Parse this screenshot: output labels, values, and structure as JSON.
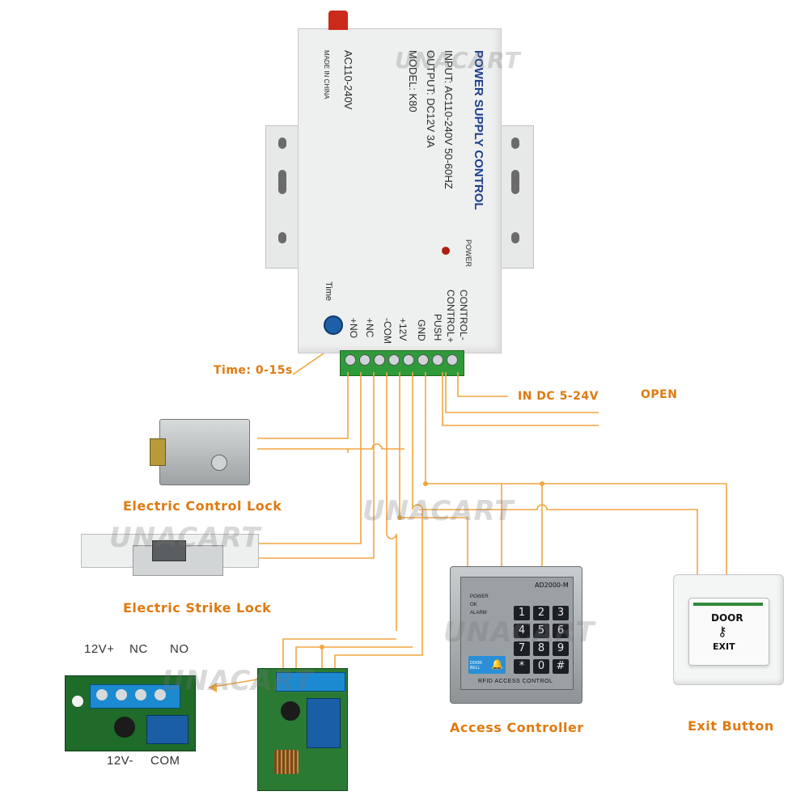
{
  "psu": {
    "title": "POWER SUPPLY CONTROL",
    "input": "INPUT: AC110-240V  50-60HZ",
    "output": "OUTPUT: DC12V  3A",
    "model": "MODEL: K80",
    "ac": "AC110-240V",
    "made_in": "MADE IN CHINA",
    "power_led": "POWER",
    "time": "Time",
    "terminals": [
      "CONTROL-",
      "CONTROL+",
      "PUSH",
      "GND",
      "+12V",
      "-COM",
      "+NC",
      "+NO"
    ]
  },
  "labels": {
    "time_range": "Time: 0-15s",
    "in_dc": "IN DC 5-24V",
    "open": "OPEN",
    "electric_control_lock": "Electric Control Lock",
    "electric_strike_lock": "Electric Strike Lock",
    "access_controller": "Access Controller",
    "exit_button": "Exit Button",
    "relay_top": [
      "12V+",
      "NC",
      "NO"
    ],
    "relay_bottom": [
      "12V-",
      "COM"
    ]
  },
  "keypad": {
    "model": "AD2000-M",
    "leds": [
      "POWER",
      "OK",
      "ALARM"
    ],
    "bell": "DOOR BELL",
    "footer": "RFID ACCESS CONTROL",
    "keys": [
      "1",
      "2",
      "3",
      "4",
      "5",
      "6",
      "7",
      "8",
      "9",
      "*",
      "0",
      "#"
    ]
  },
  "exit": {
    "door": "DOOR",
    "exit": "EXIT"
  },
  "watermark": "UNACART",
  "colors": {
    "wire": "#f0a640",
    "label": "#e07a10",
    "terminal": "#2f9a3a"
  }
}
